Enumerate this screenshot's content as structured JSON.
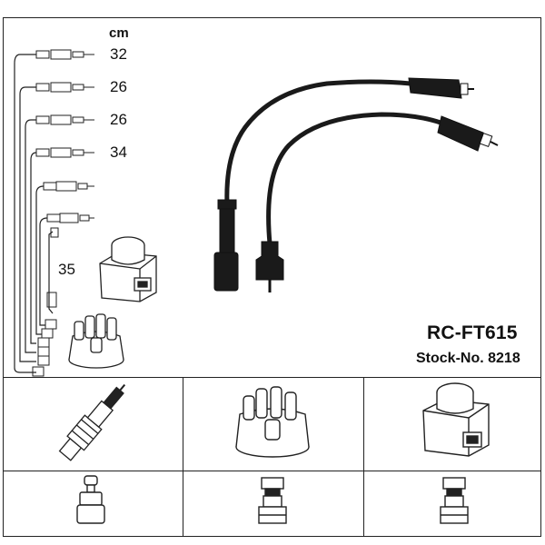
{
  "unit_label": "cm",
  "cable_lengths": [
    "32",
    "26",
    "26",
    "34",
    "35"
  ],
  "product": {
    "model": "RC-FT615",
    "stock_number": "Stock-No. 8218"
  },
  "icons": {
    "cables": "ignition-cable-icon",
    "coil": "ignition-coil-icon",
    "distributor_cap": "distributor-cap-icon",
    "spark_plug": "spark-plug-icon",
    "spark_plug_terminal": "spark-plug-terminal-icon",
    "distributor_terminal": "distributor-terminal-icon",
    "coil_terminal": "coil-terminal-icon"
  },
  "colors": {
    "ink": "#222222",
    "cable": "#1a1a1a",
    "background": "#ffffff"
  }
}
